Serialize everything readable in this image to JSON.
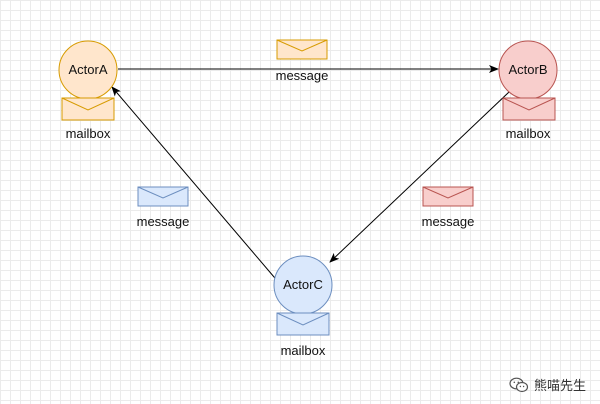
{
  "actors": [
    {
      "id": "A",
      "name": "ActorA",
      "mailbox_label": "mailbox",
      "fill": "#ffe6cc",
      "stroke": "#d79b00"
    },
    {
      "id": "B",
      "name": "ActorB",
      "mailbox_label": "mailbox",
      "fill": "#f8cecc",
      "stroke": "#b85450"
    },
    {
      "id": "C",
      "name": "ActorC",
      "mailbox_label": "mailbox",
      "fill": "#dae8fc",
      "stroke": "#6c8ebf"
    }
  ],
  "messages": [
    {
      "from": "ActorA",
      "to": "ActorB",
      "label": "message",
      "color": "orange"
    },
    {
      "from": "ActorB",
      "to": "ActorC",
      "label": "message",
      "color": "red"
    },
    {
      "from": "ActorC",
      "to": "ActorA",
      "label": "message",
      "color": "blue"
    }
  ],
  "watermark": {
    "text": "熊喵先生",
    "icon": "wechat-icon"
  }
}
